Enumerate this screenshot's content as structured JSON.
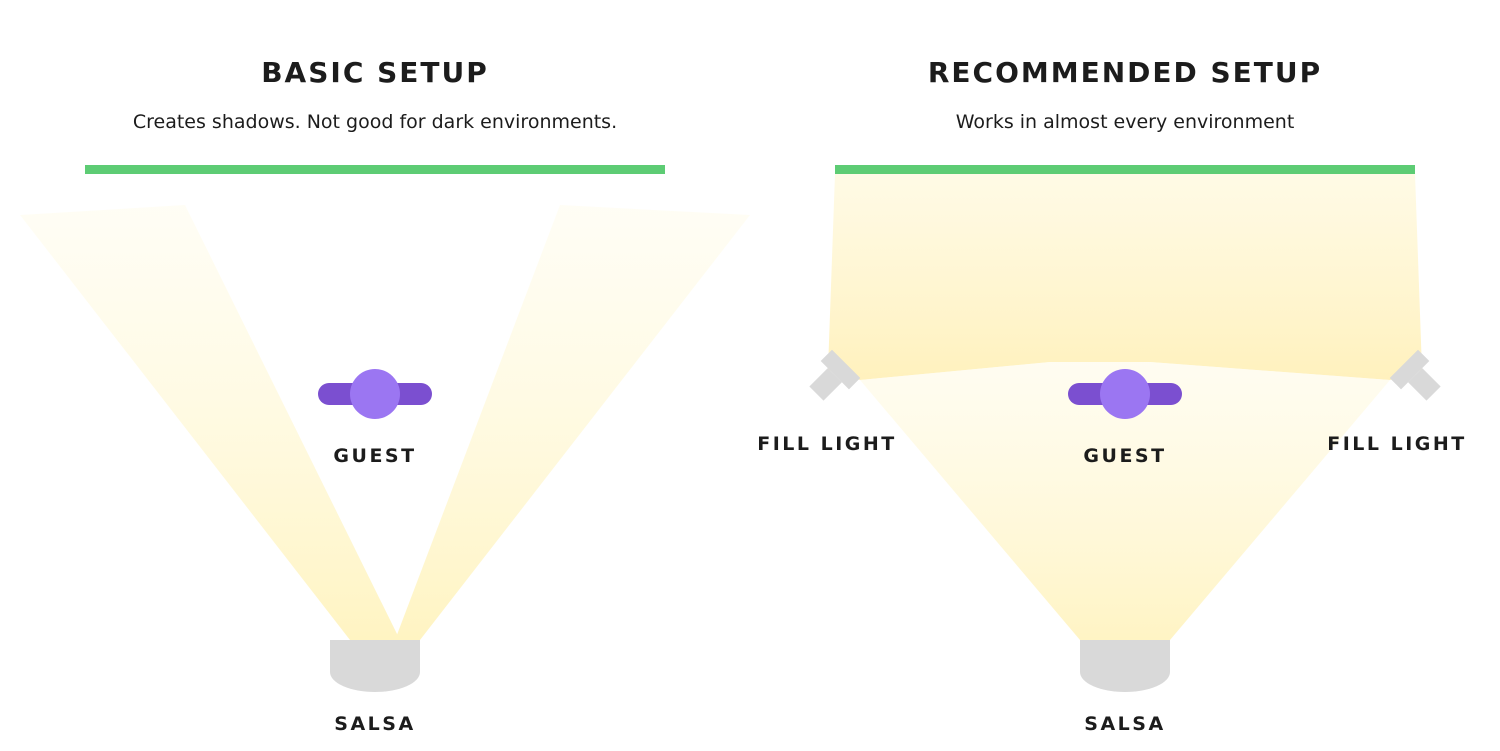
{
  "basic": {
    "title": "BASIC SETUP",
    "subtitle": "Creates shadows. Not good for dark environments.",
    "guest_label": "GUEST",
    "salsa_label": "SALSA"
  },
  "recommended": {
    "title": "RECOMMENDED SETUP",
    "subtitle": "Works in almost every environment",
    "guest_label": "GUEST",
    "salsa_label": "SALSA",
    "fill_light_left_label": "FILL LIGHT",
    "fill_light_right_label": "FILL LIGHT"
  },
  "colors": {
    "backdrop": "#5dcc74",
    "guest_bar": "#7b4fd0",
    "guest_head": "#9b76f2",
    "light_fixture": "#d9d9d9",
    "beam": "#fff6c8"
  },
  "icons": {
    "guest": "person-topdown-icon",
    "salsa": "main-light-icon",
    "fill_light": "fill-light-icon"
  }
}
